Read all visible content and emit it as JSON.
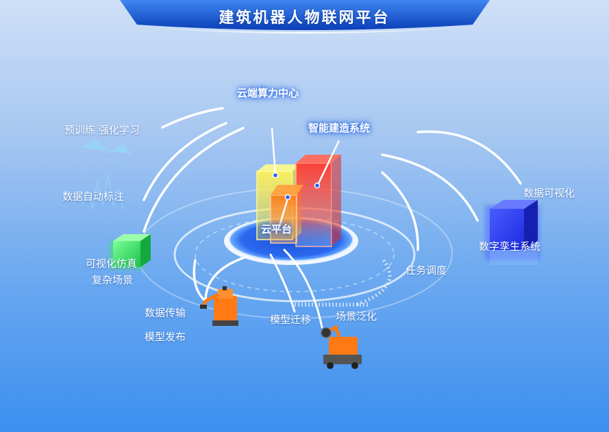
{
  "title": "建筑机器人物联网平台",
  "center": {
    "cloud_platform": "云平台",
    "compute_center": "云端算力中心",
    "smart_construction": "智能建造系统"
  },
  "left_labels": {
    "pretrain": "预训练 强化学习",
    "auto_label": "数据自动标注",
    "vis_sim_1": "可视化仿真",
    "vis_sim_2": "复杂场景",
    "data_transfer": "数据传输",
    "model_publish": "模型发布"
  },
  "bottom_labels": {
    "model_transfer": "模型迁移",
    "scene_generalize": "场景泛化"
  },
  "right_labels": {
    "data_vis": "数据可视化",
    "digital_twin": "数字孪生系统",
    "task_dispatch": "任务调度"
  },
  "colors": {
    "accent_blue": "#1f5fe0",
    "bar_yellow": "#f2e230",
    "bar_orange": "#ff8a1a",
    "bar_red": "#ff3b2f",
    "cube_green": "#3ee06b",
    "cube_blue": "#2a3dff",
    "robot_orange": "#ff7a12"
  }
}
